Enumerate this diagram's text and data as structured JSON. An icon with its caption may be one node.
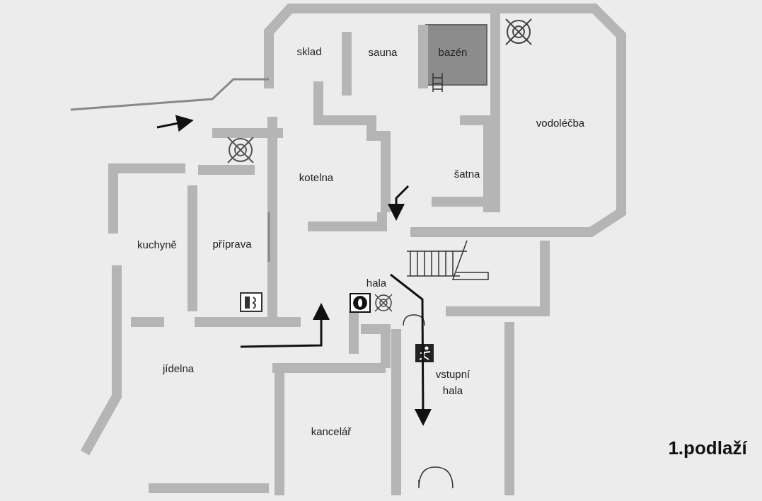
{
  "diagram": {
    "labels": [
      "sklad",
      "sauna",
      "bazén",
      "vodoléčba",
      "kotelna",
      "šatna",
      "kuchyně",
      "příprava",
      "hala",
      "jídelna",
      "kancelář",
      "vstupní hala",
      "1.podlaží"
    ]
  }
}
